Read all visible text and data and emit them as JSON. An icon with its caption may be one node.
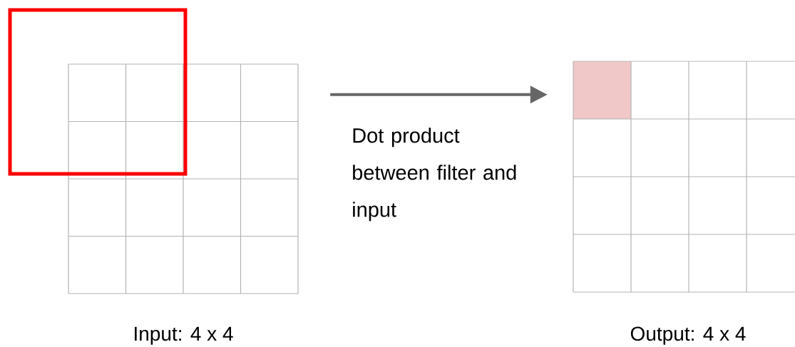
{
  "diagram": {
    "nodes": [
      {
        "text": [
          "Input: 4 x 4"
        ]
      },
      {
        "text": [
          "Output: 4 x 4"
        ]
      },
      {
        "text": [],
        "shape": "box"
      }
    ],
    "edges": [
      {
        "from": 0,
        "to": 1,
        "arrow": "to",
        "label": "Dot product between filter and input"
      }
    ]
  }
}
